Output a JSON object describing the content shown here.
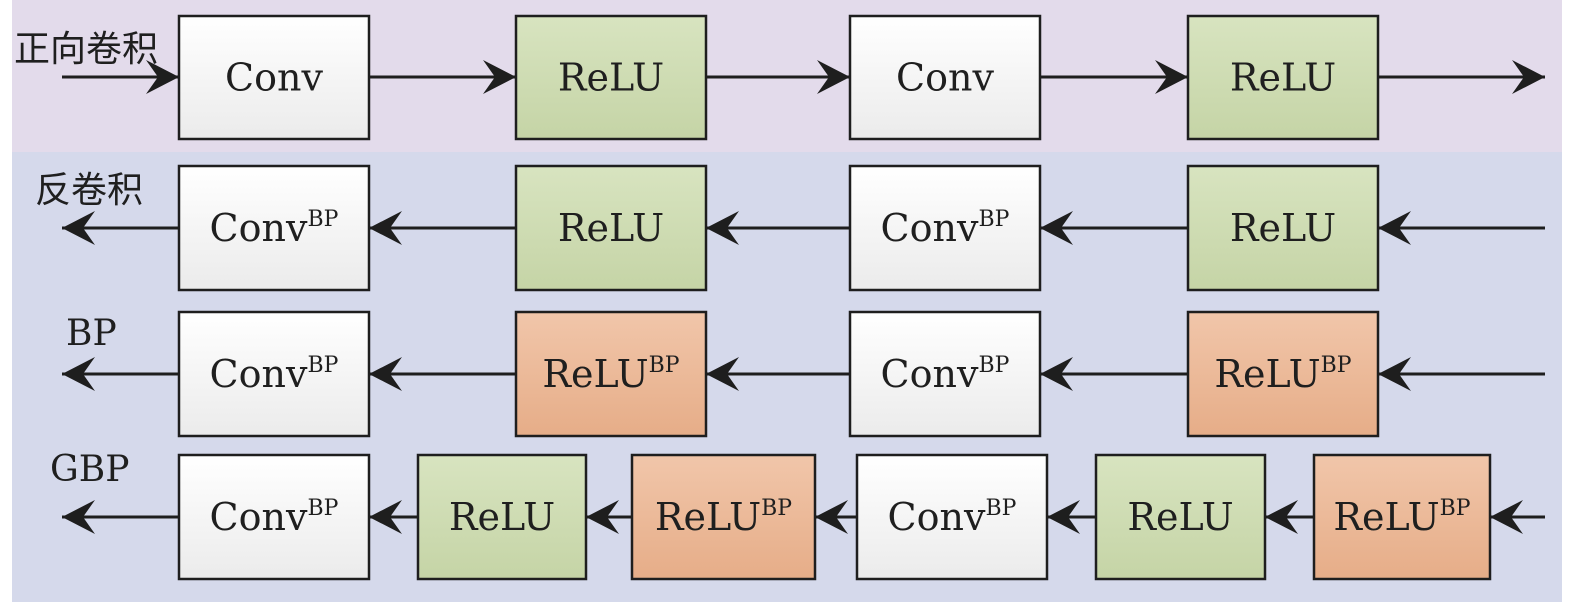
{
  "colors": {
    "forward_band": "#e3dbeb",
    "backward_band": "#d5d9eb",
    "conv_fill": "#f2f2f2",
    "relu_fill": "#cfdcb2",
    "relu_bp_fill": "#ecb998",
    "stroke": "#1e1e1e"
  },
  "rows": [
    {
      "label": "正向卷积",
      "direction": "right",
      "nodes": [
        {
          "kind": "conv",
          "text": "Conv",
          "sup": ""
        },
        {
          "kind": "relu",
          "text": "ReLU",
          "sup": ""
        },
        {
          "kind": "conv",
          "text": "Conv",
          "sup": ""
        },
        {
          "kind": "relu",
          "text": "ReLU",
          "sup": ""
        }
      ]
    },
    {
      "label": "反卷积",
      "direction": "left",
      "nodes": [
        {
          "kind": "conv",
          "text": "Conv",
          "sup": "BP"
        },
        {
          "kind": "relu",
          "text": "ReLU",
          "sup": ""
        },
        {
          "kind": "conv",
          "text": "Conv",
          "sup": "BP"
        },
        {
          "kind": "relu",
          "text": "ReLU",
          "sup": ""
        }
      ]
    },
    {
      "label": "BP",
      "direction": "left",
      "nodes": [
        {
          "kind": "conv",
          "text": "Conv",
          "sup": "BP"
        },
        {
          "kind": "relu_bp",
          "text": "ReLU",
          "sup": "BP"
        },
        {
          "kind": "conv",
          "text": "Conv",
          "sup": "BP"
        },
        {
          "kind": "relu_bp",
          "text": "ReLU",
          "sup": "BP"
        }
      ]
    },
    {
      "label": "GBP",
      "direction": "left",
      "nodes": [
        {
          "kind": "conv",
          "text": "Conv",
          "sup": "BP"
        },
        {
          "kind": "relu",
          "text": "ReLU",
          "sup": ""
        },
        {
          "kind": "relu_bp",
          "text": "ReLU",
          "sup": "BP"
        },
        {
          "kind": "conv",
          "text": "Conv",
          "sup": "BP"
        },
        {
          "kind": "relu",
          "text": "ReLU",
          "sup": ""
        },
        {
          "kind": "relu_bp",
          "text": "ReLU",
          "sup": "BP"
        }
      ]
    }
  ]
}
